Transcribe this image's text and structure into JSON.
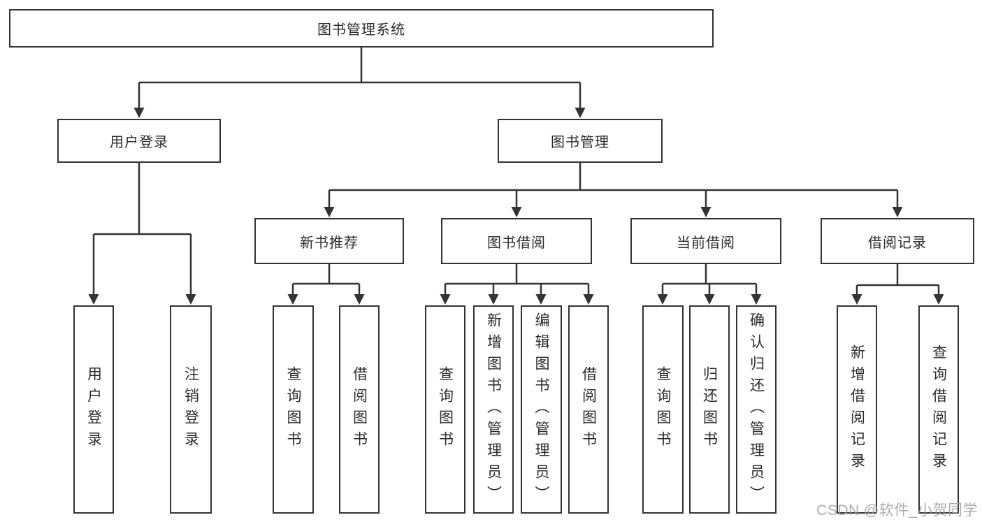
{
  "diagram_title": "图书管理系统",
  "tree": {
    "label": "图书管理系统",
    "children": [
      {
        "label": "用户登录",
        "children": [
          {
            "label": "用户登录"
          },
          {
            "label": "注销登录"
          }
        ]
      },
      {
        "label": "图书管理",
        "children": [
          {
            "label": "新书推荐",
            "children": [
              {
                "label": "查询图书"
              },
              {
                "label": "借阅图书"
              }
            ]
          },
          {
            "label": "图书借阅",
            "children": [
              {
                "label": "查询图书"
              },
              {
                "label": "新增图书（管理员）"
              },
              {
                "label": "编辑图书（管理员）"
              },
              {
                "label": "借阅图书"
              }
            ]
          },
          {
            "label": "当前借阅",
            "children": [
              {
                "label": "查询图书"
              },
              {
                "label": "归还图书"
              },
              {
                "label": "确认归还（管理员）"
              }
            ]
          },
          {
            "label": "借阅记录",
            "children": [
              {
                "label": "新增借阅记录"
              },
              {
                "label": "查询借阅记录"
              }
            ]
          }
        ]
      }
    ]
  },
  "watermark": "CSDN @软件_小贺同学",
  "colors": {
    "line": "#333333",
    "box_border": "#333333",
    "text": "#2b2b2b",
    "watermark": "#9a9a9a",
    "background": "#ffffff"
  }
}
